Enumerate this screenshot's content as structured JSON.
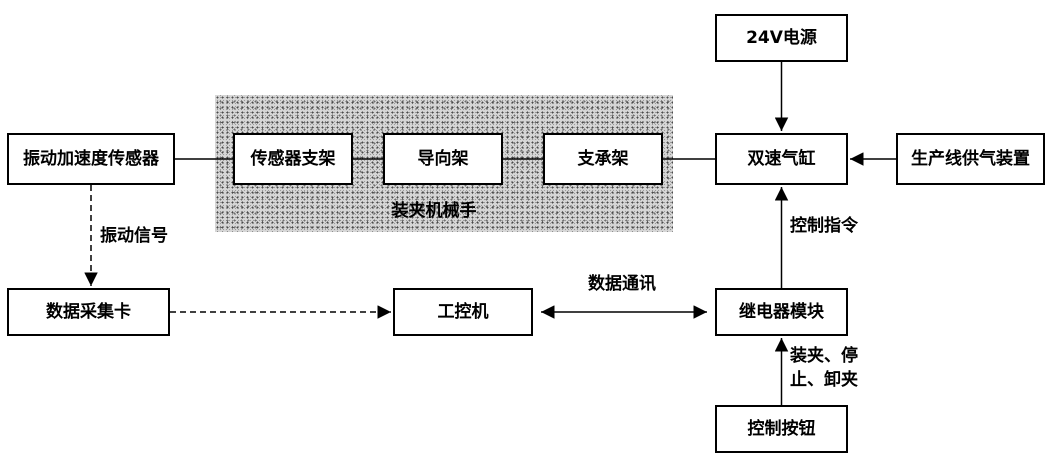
{
  "diagram": {
    "nodes": {
      "sensor": "振动加速度传感器",
      "sensor_bracket": "传感器支架",
      "guide_frame": "导向架",
      "support_frame": "支承架",
      "power_24v": "24V电源",
      "dual_speed_cylinder": "双速气缸",
      "gas_supply": "生产线供气装置",
      "daq_card": "数据采集卡",
      "ipc": "工控机",
      "relay_module": "继电器模块",
      "control_button": "控制按钮",
      "manipulator_group": "装夹机械手"
    },
    "edge_labels": {
      "vibration_signal": "振动信号",
      "data_comm": "数据通讯",
      "control_cmd": "控制指令",
      "clamp_ops": "装夹、停\n止、卸夹"
    },
    "colors": {
      "line": "#000000",
      "box_bg": "#ffffff",
      "group_bg": "#d6d6d6"
    }
  }
}
